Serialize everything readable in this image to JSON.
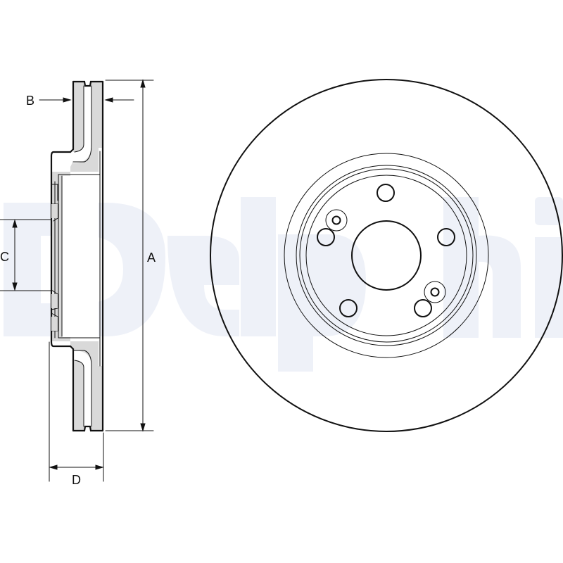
{
  "watermark": {
    "text": "Delphi",
    "color": "#eef1f8"
  },
  "dimensions": {
    "A": "A",
    "B": "B",
    "C": "C",
    "D": "D"
  },
  "colors": {
    "line": "#111111",
    "section_fill": "#d9d9d9",
    "watermark": "#eef1f8",
    "background": "#ffffff"
  },
  "front_view": {
    "bolt_holes": 5,
    "locating_holes": 2
  }
}
